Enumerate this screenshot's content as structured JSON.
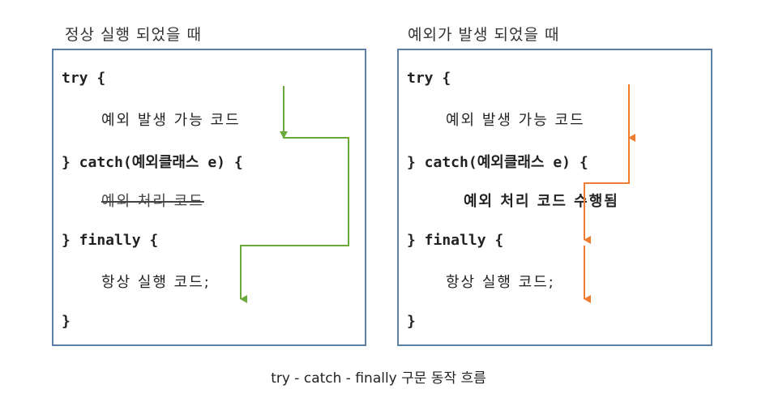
{
  "left": {
    "title": "정상 실행 되었을 때",
    "lines": {
      "try_open": "try {",
      "try_body": "예외 발생 가능 코드",
      "catch_open": "} catch(예외클래스 e) {",
      "catch_body": "예외 처리 코드",
      "finally_open": "} finally {",
      "finally_body": "항상 실행 코드;",
      "close": "}"
    },
    "arrow_color": "#6aaa3a"
  },
  "right": {
    "title": "예외가 발생 되었을 때",
    "lines": {
      "try_open": "try {",
      "try_body": "예외 발생 가능 코드",
      "catch_open": "} catch(예외클래스 e) {",
      "catch_body": "예외 처리 코드 수행됨",
      "finally_open": "} finally {",
      "finally_body": "항상 실행 코드;",
      "close": "}"
    },
    "arrow_color": "#ee7d31"
  },
  "caption": "try - catch - finally 구문 동작 흐름",
  "colors": {
    "panel_border": "#5b7fa6"
  }
}
